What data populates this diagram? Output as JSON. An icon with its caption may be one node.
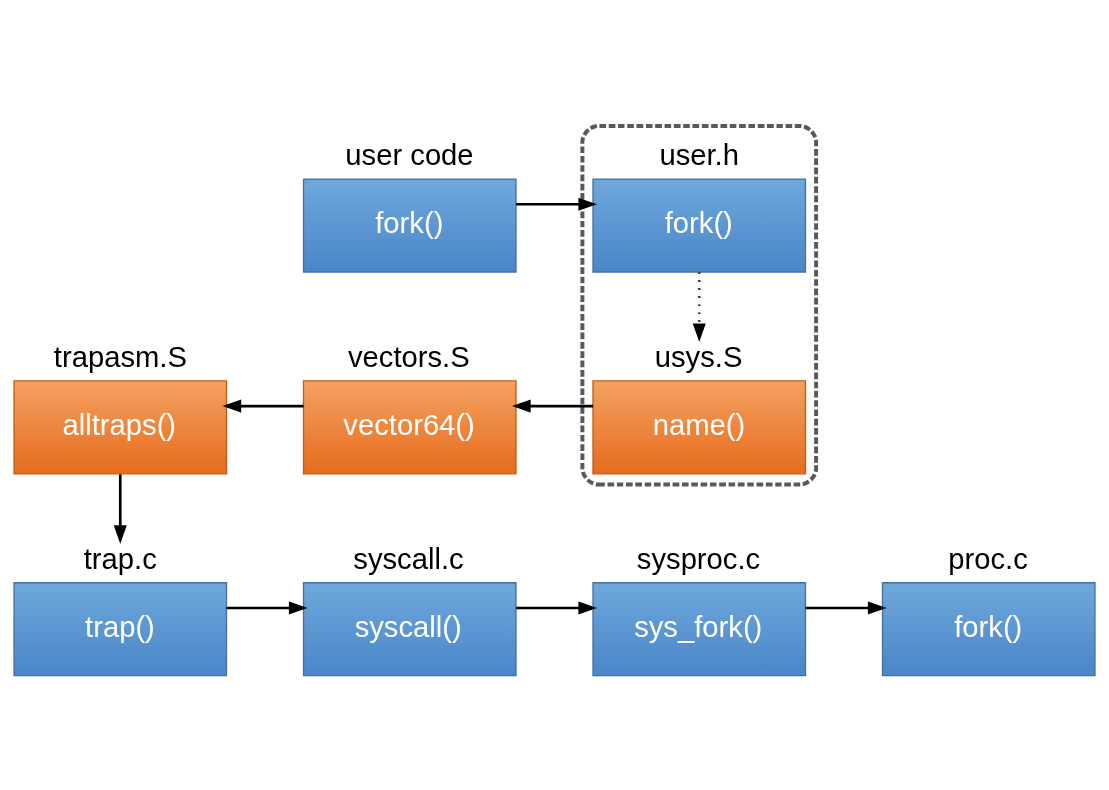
{
  "diagram": {
    "nodes": [
      {
        "text": [],
        "shape": "box"
      },
      {
        "text": [
          "user code",
          "fork()"
        ]
      },
      {
        "text": [
          "user.h",
          "fork()"
        ],
        "in": 0
      },
      {
        "text": [
          "usys.S",
          "name()"
        ],
        "in": 0
      },
      {
        "text": [
          "vectors.S",
          "vector64()"
        ]
      },
      {
        "text": [
          "trapasm.S",
          "alltraps()"
        ]
      },
      {
        "text": [
          "trap.c",
          "trap()"
        ]
      },
      {
        "text": [
          "syscall.c",
          "syscall()"
        ]
      },
      {
        "text": [
          "sysproc.c",
          "sys_fork()"
        ]
      },
      {
        "text": [
          "proc.c",
          "fork()"
        ]
      }
    ],
    "edges": [
      {
        "from": 1,
        "to": 2,
        "arrow": "to"
      },
      {
        "from": 2,
        "to": 3,
        "arrow": "to",
        "style": "dashed"
      },
      {
        "from": 3,
        "to": 4,
        "arrow": "to"
      },
      {
        "from": 4,
        "to": 5,
        "arrow": "to"
      },
      {
        "from": 5,
        "to": 6,
        "arrow": "to"
      },
      {
        "from": 6,
        "to": 7,
        "arrow": "to"
      },
      {
        "from": 7,
        "to": 8,
        "arrow": "to"
      },
      {
        "from": 8,
        "to": 9,
        "arrow": "to"
      }
    ]
  }
}
